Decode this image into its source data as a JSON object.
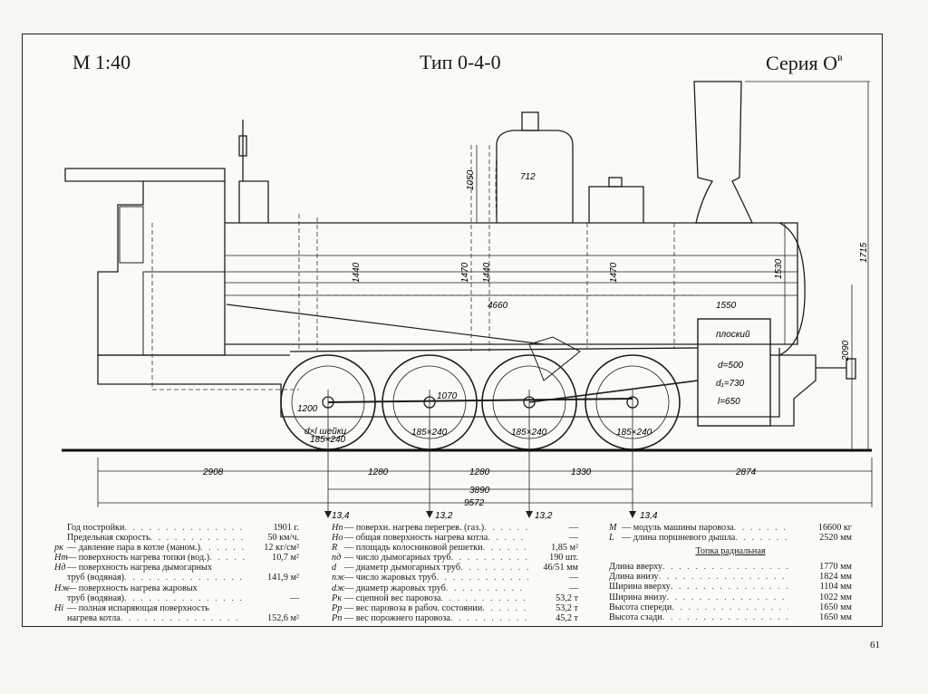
{
  "header": {
    "scale": "М 1:40",
    "type": "Тип 0-4-0",
    "series": "Серия О",
    "series_sup": "в"
  },
  "drawing": {
    "dims_vertical": [
      "1050",
      "1440",
      "1470",
      "1440",
      "1470",
      "1530",
      "1715",
      "2090"
    ],
    "dims_horizontal": [
      "712",
      "4660",
      "1550",
      "1200",
      "1070"
    ],
    "axle_labels": [
      "d×l шейки",
      "185×240",
      "185×240",
      "185×240",
      "185×240"
    ],
    "cylinder": {
      "title": "плоский",
      "d": "d=500",
      "d1": "d₁=730",
      "l": "l=650"
    },
    "bottom_dims": [
      "2908",
      "1280",
      "1280",
      "1330",
      "2874"
    ],
    "wheelbase": "3890",
    "total_length": "9572",
    "axle_loads": [
      "13,4",
      "13,2",
      "13,2",
      "13,4"
    ]
  },
  "specs_left": [
    {
      "sym": "",
      "label": "Год постройки",
      "value": "1901 г."
    },
    {
      "sym": "",
      "label": "Предельная скорость",
      "value": "50 км/ч."
    },
    {
      "sym": "pк",
      "label": "— давление пара в котле (маном.)",
      "value": "12 кг/см²"
    },
    {
      "sym": "Hт",
      "label": "— поверхность нагрева топки (вод.)",
      "value": "10,7 м²"
    },
    {
      "sym": "Hд",
      "label": "— поверхность нагрева дымогарных",
      "value": ""
    },
    {
      "sym": "",
      "label": "труб (водяная)",
      "value": "141,9 м²"
    },
    {
      "sym": "Hж",
      "label": "— поверхность нагрева жаровых",
      "value": ""
    },
    {
      "sym": "",
      "label": "труб (водяная)",
      "value": "—"
    },
    {
      "sym": "Hi",
      "label": "— полная испаряющая поверхность",
      "value": ""
    },
    {
      "sym": "",
      "label": "нагрева котла",
      "value": "152,6 м²"
    }
  ],
  "specs_mid": [
    {
      "sym": "Hп",
      "label": "— поверхн. нагрева перегрев. (газ.)",
      "value": "—"
    },
    {
      "sym": "Hо",
      "label": "— общая поверхность нагрева котла",
      "value": "—"
    },
    {
      "sym": "R",
      "label": "— площадь колосниковой решетки",
      "value": "1,85 м²"
    },
    {
      "sym": "nд",
      "label": "— число дымогарных труб",
      "value": "190 шт."
    },
    {
      "sym": "d",
      "label": "— диаметр дымогарных труб",
      "value": "46/51 мм"
    },
    {
      "sym": "nж",
      "label": "— число жаровых труб",
      "value": "—"
    },
    {
      "sym": "dж",
      "label": "— диаметр жаровых труб",
      "value": "—"
    },
    {
      "sym": "Pк",
      "label": "— сцепной вес паровоза",
      "value": "53,2 т"
    },
    {
      "sym": "Pр",
      "label": "— вес паровоза в рабоч. состоянии",
      "value": "53,2 т"
    },
    {
      "sym": "Pп",
      "label": "— вес порожнего паровоза",
      "value": "45,2 т"
    }
  ],
  "specs_right_top": [
    {
      "sym": "M",
      "label": "— модуль машины паровоза",
      "value": "16600 кг"
    },
    {
      "sym": "L",
      "label": "— длина поршневого дышла",
      "value": "2520 мм"
    }
  ],
  "furnace": {
    "title": "Топка радиальная",
    "rows": [
      {
        "label": "Длина вверху",
        "value": "1770 мм"
      },
      {
        "label": "Длина внизу",
        "value": "1824 мм"
      },
      {
        "label": "Ширина вверху",
        "value": "1104 мм"
      },
      {
        "label": "Ширина внизу",
        "value": "1022 мм"
      },
      {
        "label": "Высота спереди",
        "value": "1650 мм"
      },
      {
        "label": "Высота сзади",
        "value": "1650 мм"
      }
    ]
  },
  "page_number": "61"
}
